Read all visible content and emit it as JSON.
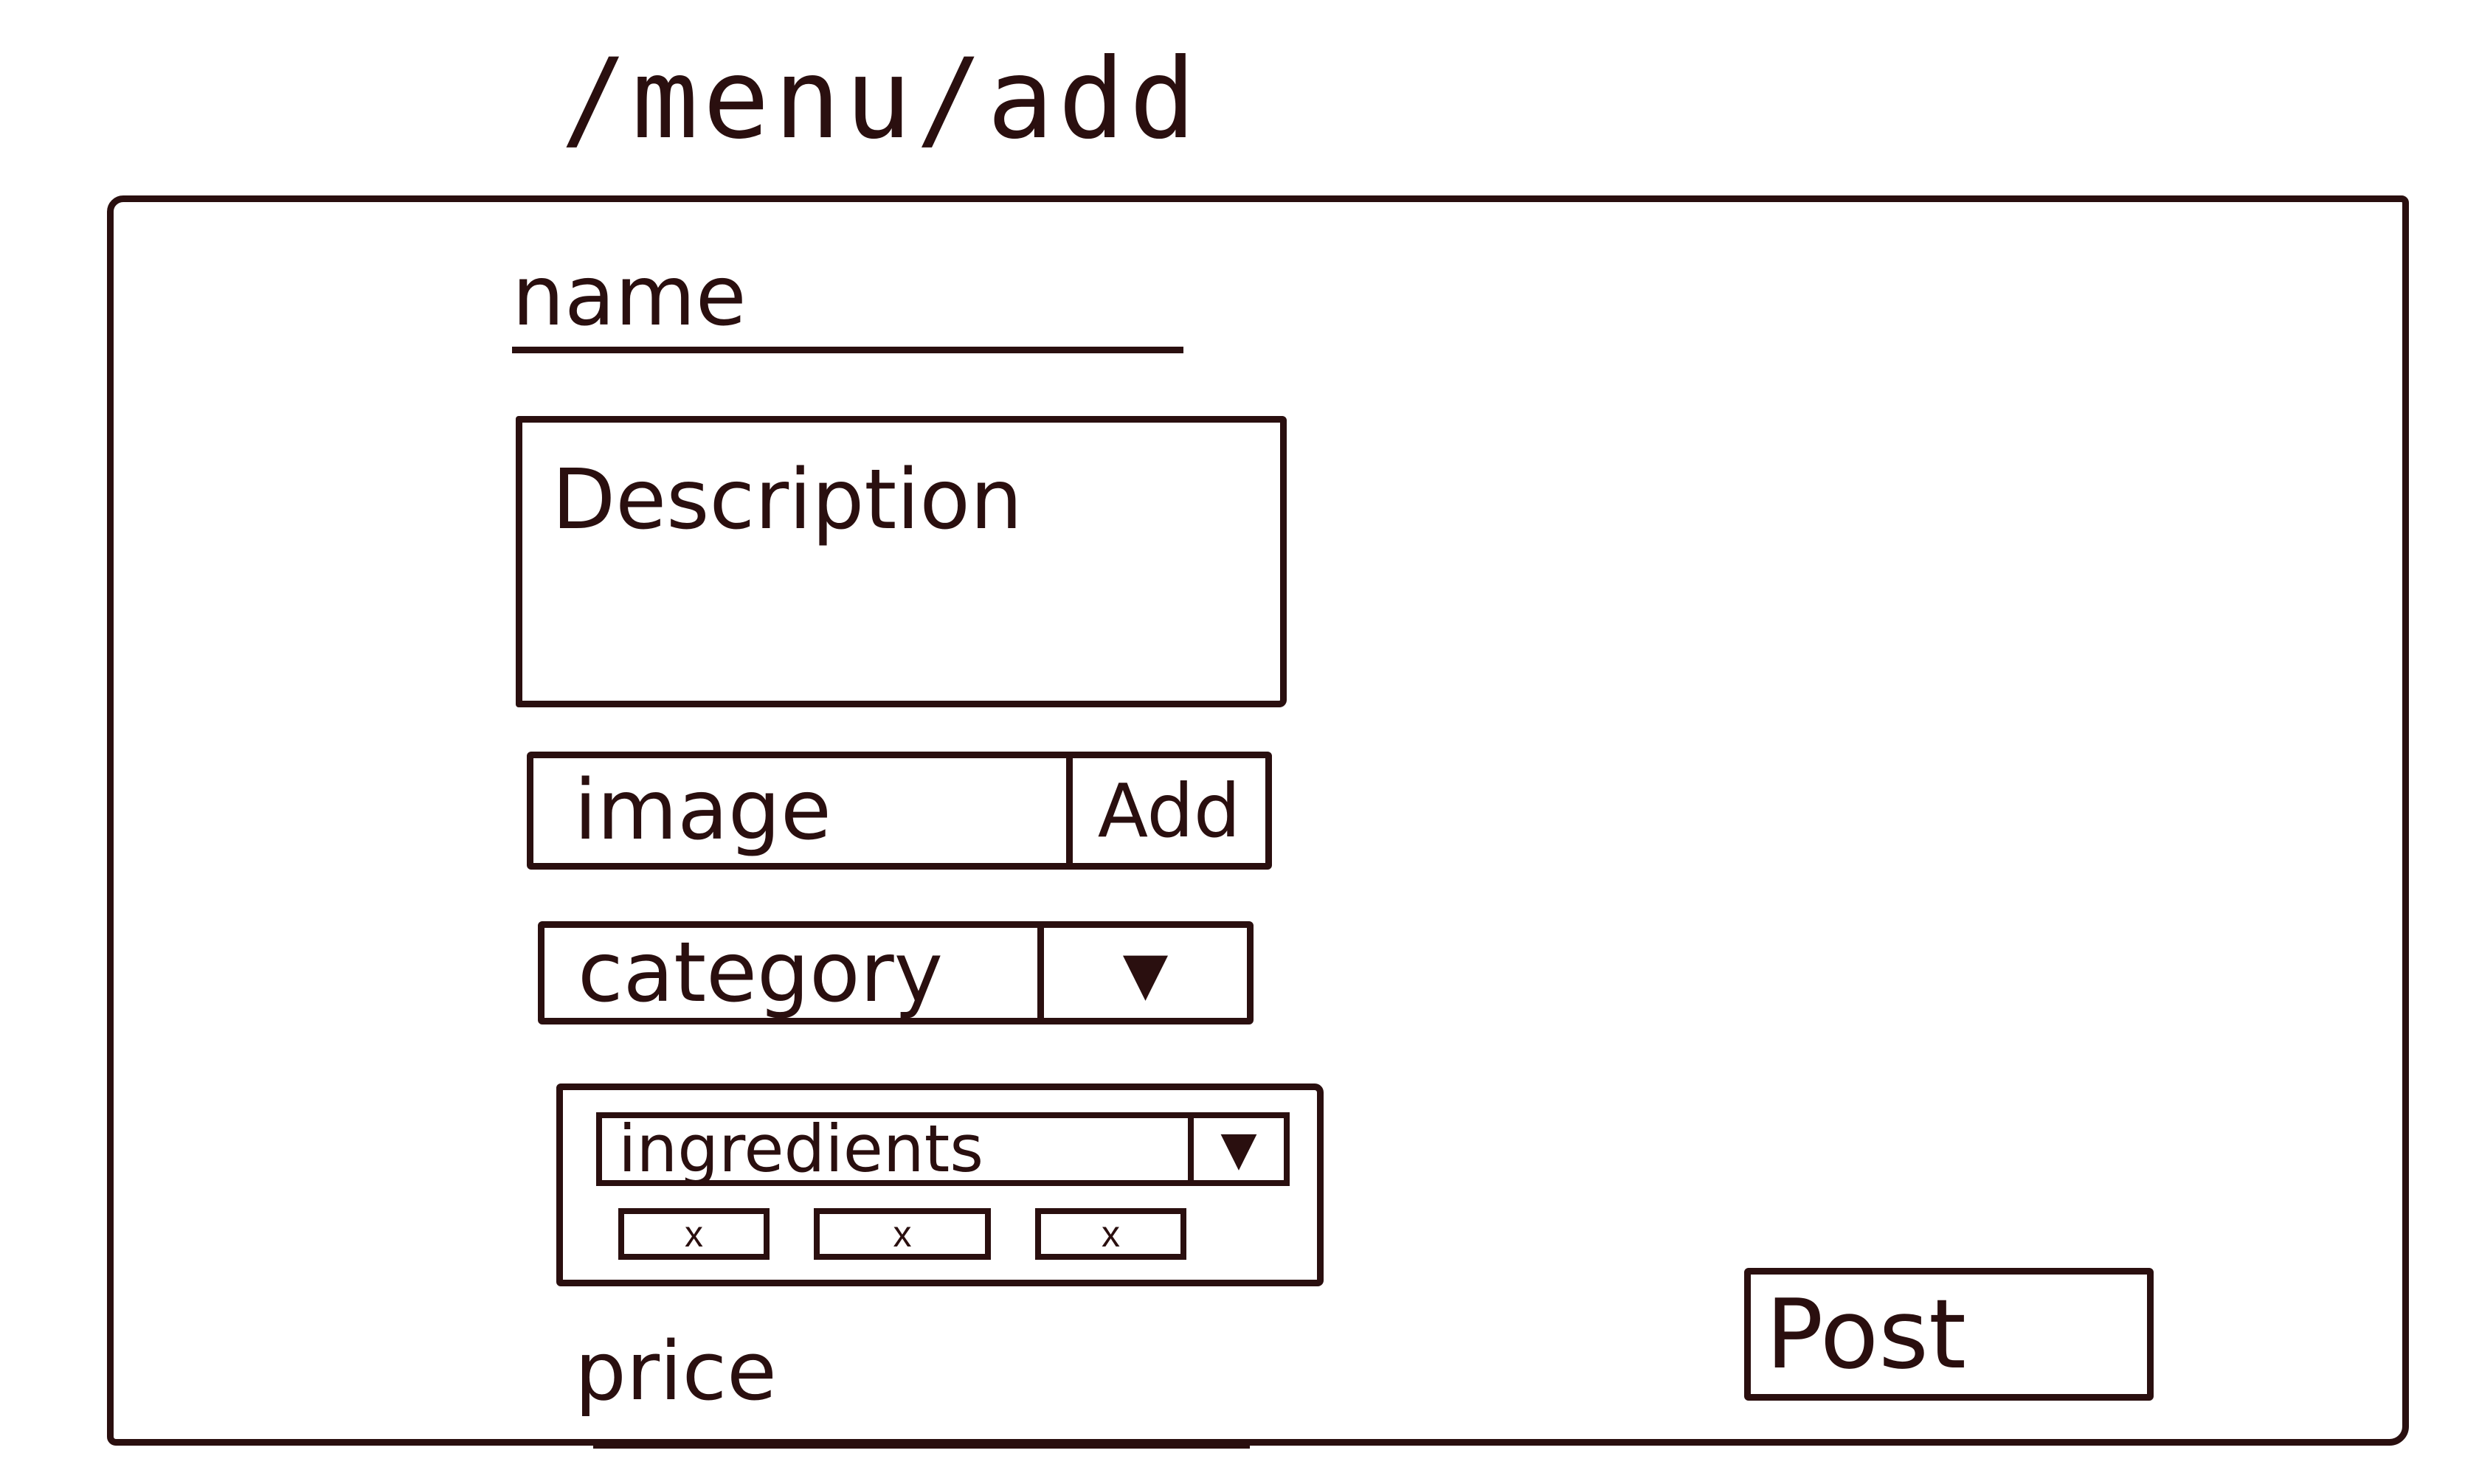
{
  "route": "/menu/add",
  "form": {
    "name_placeholder": "name",
    "description_placeholder": "Description",
    "image_label": "image",
    "image_add_button": "Add",
    "category_label": "category",
    "category_dropdown_icon": "triangle-down-icon",
    "ingredients_label": "ingredients",
    "ingredients_dropdown_icon": "triangle-down-icon",
    "ingredient_chips": [
      {
        "remove": "x"
      },
      {
        "remove": "x"
      },
      {
        "remove": "x"
      }
    ],
    "price_label": "price",
    "post_button": "Post"
  },
  "colors": {
    "ink": "#2a0f0f",
    "paper": "#ffffff"
  }
}
